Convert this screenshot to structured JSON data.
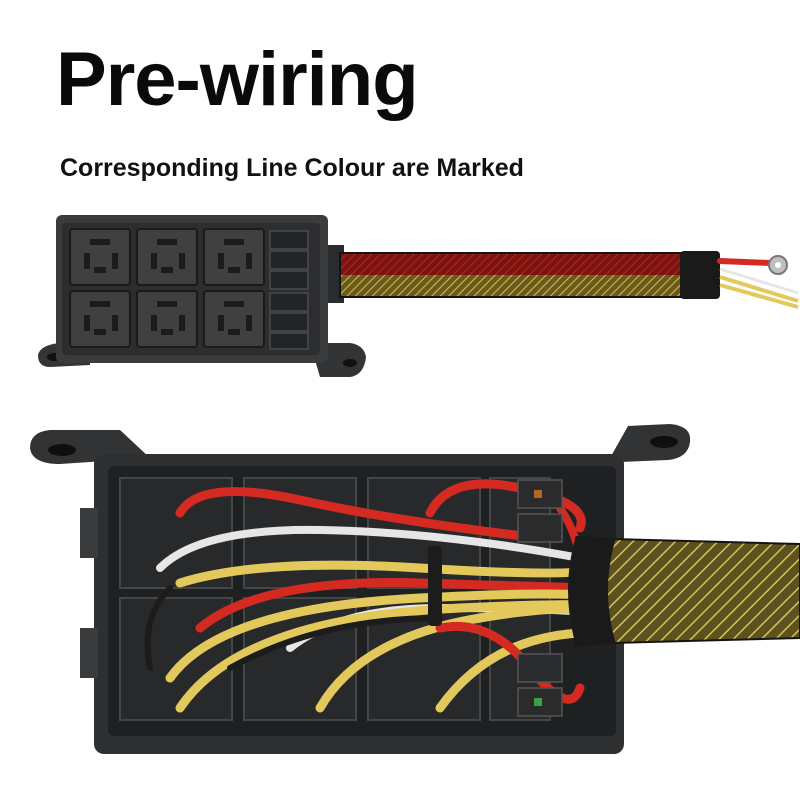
{
  "heading": {
    "title": "Pre-wiring",
    "subtitle": "Corresponding Line Colour are Marked"
  },
  "colors": {
    "housing": "#3a3b3d",
    "housing_dark": "#222325",
    "wire_red": "#d42a22",
    "wire_yellow": "#e3c95b",
    "wire_white": "#e6e6e6",
    "wire_black": "#1c1c1c",
    "sleeve_dark": "#1a1a1a",
    "background": "#ffffff"
  },
  "images": {
    "top": "relay-fuse-box-closed-with-harness",
    "bottom": "relay-fuse-box-open-prewired"
  }
}
